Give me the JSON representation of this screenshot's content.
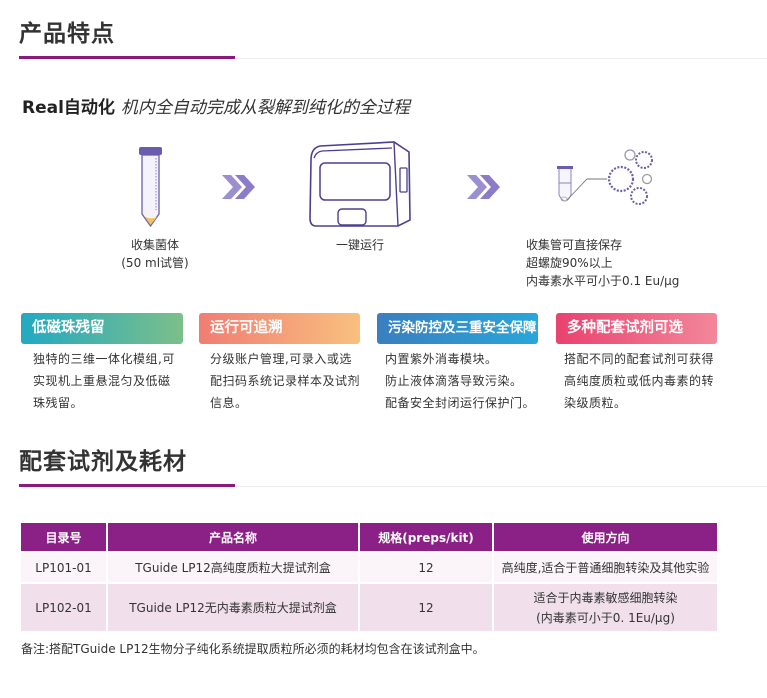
{
  "features_section": {
    "title": "产品特点",
    "subtitle_bold": "Real自动化",
    "subtitle_italic": "机内全自动完成从裂解到纯化的全过程",
    "steps": [
      {
        "icon": "centrifuge-tube-icon",
        "caption_line1": "收集菌体",
        "caption_line2": "(50 ml试管)"
      },
      {
        "icon": "instrument-icon",
        "caption_line1": "一键运行"
      },
      {
        "icon": "collection-tube-plasmid-icon",
        "caption_line1": "收集管可直接保存",
        "caption_line2": "超螺旋90%以上",
        "caption_line3": "内毒素水平可小于0.1 Eu/μg"
      }
    ],
    "arrow_icon": "double-chevron-right-icon",
    "cards": [
      {
        "tag": "低磁珠残留",
        "desc_line1": "独特的三维一体化模组,可",
        "desc_line2": "实现机上重悬混匀及低磁",
        "desc_line3": "珠残留。",
        "gradient": [
          "#22a9c2",
          "#7cbf8a"
        ]
      },
      {
        "tag": "运行可追溯",
        "desc_line1": "分级账户管理,可录入或选",
        "desc_line2": "配扫码系统记录样本及试剂",
        "desc_line3": "信息。",
        "gradient": [
          "#f07d72",
          "#f9c07f"
        ]
      },
      {
        "tag": "污染防控及三重安全保障",
        "desc_line1": "内置紫外消毒模块。",
        "desc_line2": "防止液体滴落导致污染。",
        "desc_line3": "配备安全封闭运行保护门。",
        "gradient": [
          "#3a7fbf",
          "#29a6d9"
        ]
      },
      {
        "tag": "多种配套试剂可选",
        "desc_line1": "搭配不同的配套试剂可获得",
        "desc_line2": "高纯度质粒或低内毒素的转",
        "desc_line3": "染级质粒。",
        "gradient": [
          "#e9426f",
          "#f2879a"
        ]
      }
    ]
  },
  "reagents_section": {
    "title": "配套试剂及耗材",
    "table": {
      "headers": [
        "目录号",
        "产品名称",
        "规格(preps/kit)",
        "使用方向"
      ],
      "rows": [
        {
          "catalog": "LP101-01",
          "name": "TGuide LP12高纯度质粒大提试剂盒",
          "spec": "12",
          "usage_line1": "高纯度,适合于普通细胞转染及其他实验"
        },
        {
          "catalog": "LP102-01",
          "name": "TGuide LP12无内毒素质粒大提试剂盒",
          "spec": "12",
          "usage_line1": "适合于内毒素敏感细胞转染",
          "usage_line2": "(内毒素可小于0. 1Eu/μg)"
        }
      ]
    },
    "note": "备注:搭配TGuide LP12生物分子纯化系统提取质粒所必须的耗材均包含在该试剂盒中。"
  },
  "colors": {
    "accent_purple": "#8b1a7e",
    "table_header": "#8b2187",
    "row_light": "#fbf4f8",
    "row_pink": "#f1e0ec",
    "icon_purple": "#5b4fa0",
    "arrow_lavender": "#9b8fd0"
  }
}
